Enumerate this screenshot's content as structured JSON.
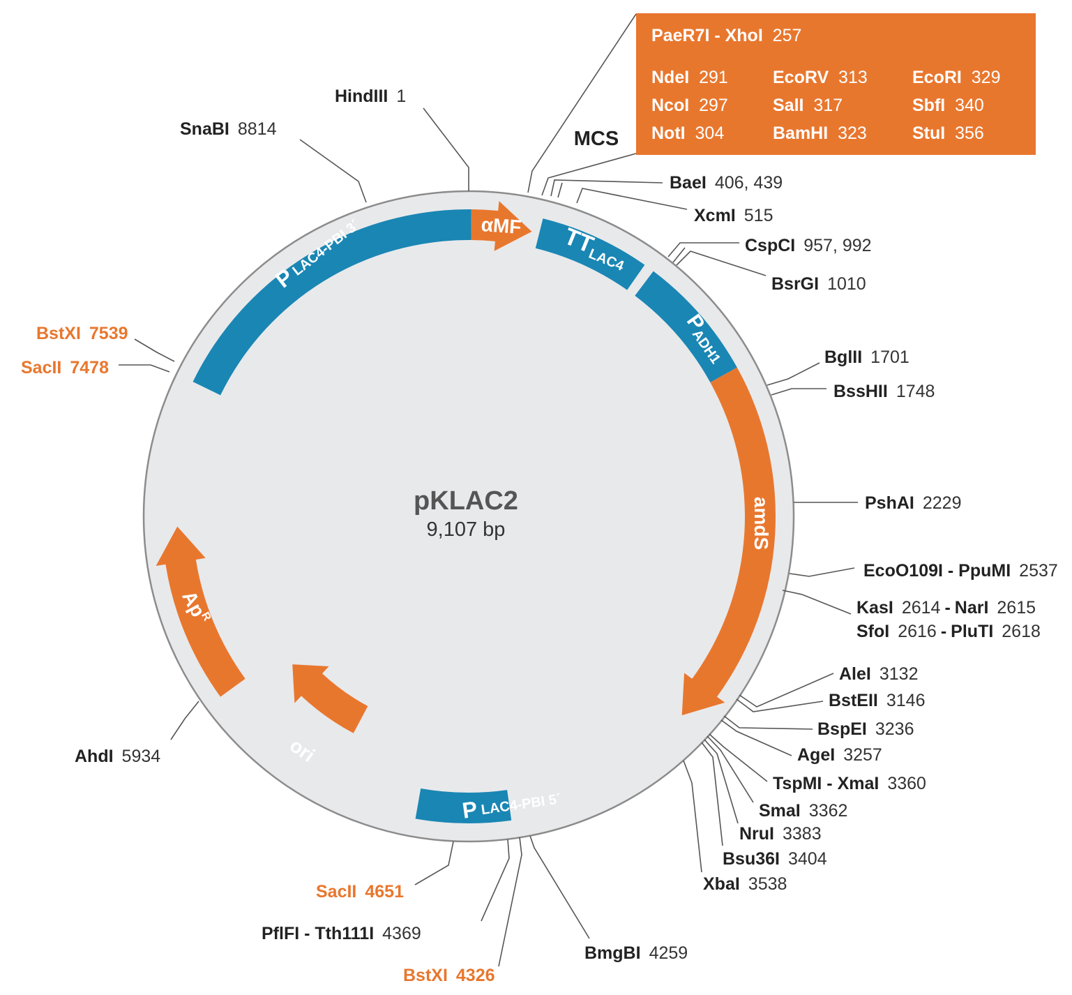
{
  "plasmid": {
    "name": "pKLAC2",
    "size": "9,107 bp"
  },
  "mcs": {
    "label": "MCS",
    "sites": [
      {
        "name": "PaeR7I - XhoI",
        "pos": "257"
      },
      {
        "name": "NdeI",
        "pos": "291"
      },
      {
        "name": "NcoI",
        "pos": "297"
      },
      {
        "name": "NotI",
        "pos": "304"
      },
      {
        "name": "EcoRV",
        "pos": "313"
      },
      {
        "name": "SalI",
        "pos": "317"
      },
      {
        "name": "BamHI",
        "pos": "323"
      },
      {
        "name": "EcoRI",
        "pos": "329"
      },
      {
        "name": "SbfI",
        "pos": "340"
      },
      {
        "name": "StuI",
        "pos": "356"
      }
    ]
  },
  "features": [
    {
      "id": "plac4-pbi3",
      "main": "P",
      "sub": "LAC4-PBI 3´",
      "color": "#1a86b4"
    },
    {
      "id": "amf",
      "main": "αMF",
      "color": "#e8772e"
    },
    {
      "id": "tt-lac4",
      "main": "TT",
      "sub": "LAC4",
      "color": "#1a86b4"
    },
    {
      "id": "padh1",
      "main": "P",
      "sub": "ADH1",
      "color": "#1a86b4"
    },
    {
      "id": "amds",
      "main": "amdS",
      "color": "#e8772e"
    },
    {
      "id": "plac4-pbi5",
      "main": "P",
      "sub": "LAC4-PBI 5´",
      "color": "#1a86b4"
    },
    {
      "id": "ori",
      "main": "ori",
      "color": "#e8772e"
    },
    {
      "id": "apr",
      "main": "Ap",
      "sup": "R",
      "color": "#e8772e"
    }
  ],
  "sites": [
    {
      "id": "hindiii",
      "name": "HindIII",
      "pos": "1",
      "color": "dark"
    },
    {
      "id": "snabi",
      "name": "SnaBI",
      "pos": "8814",
      "color": "dark"
    },
    {
      "id": "baei",
      "name": "BaeI",
      "pos": "406, 439",
      "color": "dark"
    },
    {
      "id": "xcmi",
      "name": "XcmI",
      "pos": "515",
      "color": "dark"
    },
    {
      "id": "cspci",
      "name": "CspCI",
      "pos": "957, 992",
      "color": "dark"
    },
    {
      "id": "bsrgi",
      "name": "BsrGI",
      "pos": "1010",
      "color": "dark"
    },
    {
      "id": "bglii",
      "name": "BglII",
      "pos": "1701",
      "color": "dark"
    },
    {
      "id": "bsshii",
      "name": "BssHII",
      "pos": "1748",
      "color": "dark"
    },
    {
      "id": "pshai",
      "name": "PshAI",
      "pos": "2229",
      "color": "dark"
    },
    {
      "id": "eco0109i",
      "name": "EcoO109I - PpuMI",
      "pos": "2537",
      "color": "dark"
    },
    {
      "id": "kasi",
      "name": "KasI",
      "pos": "2614",
      "name2": "NarI",
      "pos2": "2615",
      "color": "dark"
    },
    {
      "id": "sfoi",
      "name": "SfoI",
      "pos": "2616",
      "name2": "PluTI",
      "pos2": "2618",
      "color": "dark"
    },
    {
      "id": "alei",
      "name": "AleI",
      "pos": "3132",
      "color": "dark"
    },
    {
      "id": "bsteii",
      "name": "BstEII",
      "pos": "3146",
      "color": "dark"
    },
    {
      "id": "bspei",
      "name": "BspEI",
      "pos": "3236",
      "color": "dark"
    },
    {
      "id": "agei",
      "name": "AgeI",
      "pos": "3257",
      "color": "dark"
    },
    {
      "id": "tspmi",
      "name": "TspMI - XmaI",
      "pos": "3360",
      "color": "dark"
    },
    {
      "id": "smai",
      "name": "SmaI",
      "pos": "3362",
      "color": "dark"
    },
    {
      "id": "nrui",
      "name": "NruI",
      "pos": "3383",
      "color": "dark"
    },
    {
      "id": "bsu36i",
      "name": "Bsu36I",
      "pos": "3404",
      "color": "dark"
    },
    {
      "id": "xbai",
      "name": "XbaI",
      "pos": "3538",
      "color": "dark"
    },
    {
      "id": "bmgbi",
      "name": "BmgBI",
      "pos": "4259",
      "color": "dark"
    },
    {
      "id": "bstxi-4326",
      "name": "BstXI",
      "pos": "4326",
      "color": "orange"
    },
    {
      "id": "pflfi",
      "name": "PflFI - Tth111I",
      "pos": "4369",
      "color": "dark"
    },
    {
      "id": "sacii-4651",
      "name": "SacII",
      "pos": "4651",
      "color": "orange"
    },
    {
      "id": "ahdi",
      "name": "AhdI",
      "pos": "5934",
      "color": "dark"
    },
    {
      "id": "sacii-7478",
      "name": "SacII",
      "pos": "7478",
      "color": "orange"
    },
    {
      "id": "bstxi-7539",
      "name": "BstXI",
      "pos": "7539",
      "color": "orange"
    }
  ],
  "colors": {
    "backbone": "#e8e9eb",
    "backbone_stroke": "#8c8c8c",
    "blue_feature": "#1a86b4",
    "orange_feature": "#e8772e",
    "label_dark": "#222222",
    "label_orange": "#e8772e"
  }
}
